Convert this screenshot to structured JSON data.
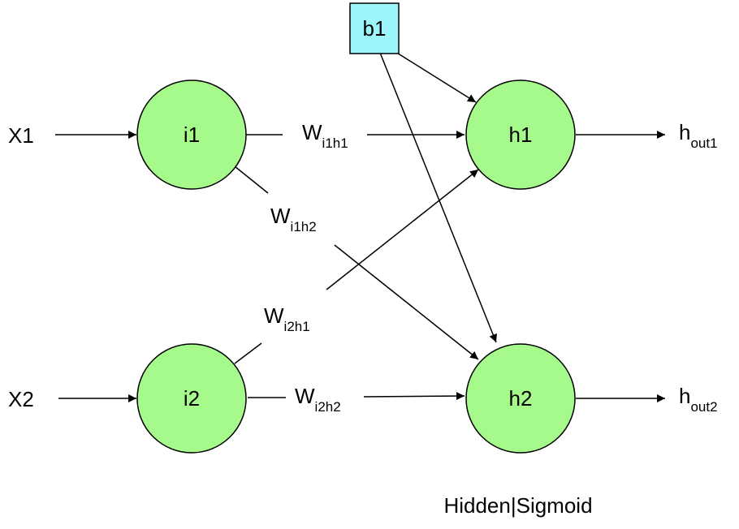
{
  "inputs": {
    "x1": "X1",
    "x2": "X2"
  },
  "nodes": {
    "i1": "i1",
    "i2": "i2",
    "h1": "h1",
    "h2": "h2",
    "b1": "b1"
  },
  "weights": {
    "i1h1": {
      "main": "W",
      "sub": "i1h1"
    },
    "i1h2": {
      "main": "W",
      "sub": "i1h2"
    },
    "i2h1": {
      "main": "W",
      "sub": "i2h1"
    },
    "i2h2": {
      "main": "W",
      "sub": "i2h2"
    }
  },
  "outputs": {
    "out1": {
      "main": "h",
      "sub": "out1"
    },
    "out2": {
      "main": "h",
      "sub": "out2"
    }
  },
  "caption": "Hidden|Sigmoid",
  "colors": {
    "neuron_fill": "#a6f98b",
    "bias_fill": "#9df6fb",
    "stroke": "#000000"
  }
}
